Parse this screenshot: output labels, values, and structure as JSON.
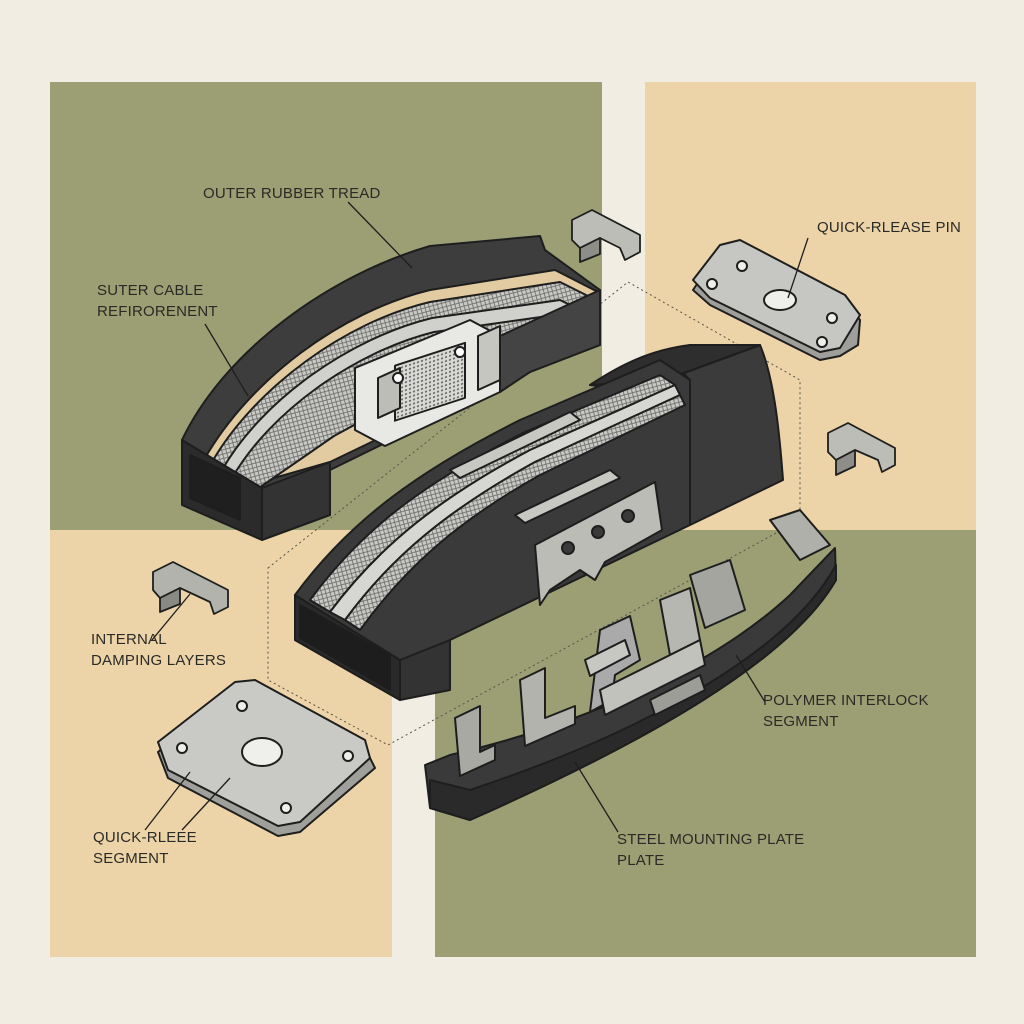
{
  "colors": {
    "background": "#f1ede2",
    "panel_olive": "#9c9e74",
    "panel_tan": "#ecd4a8",
    "rubber_dark": "#3a3a3a",
    "steel_grey": "#b9b9b9",
    "cable_mesh": "#cfcfcf"
  },
  "labels": {
    "outer_rubber_tread": "OUTER RUBBER TREAD",
    "suter_cable_line1": "SUTER CABLE",
    "suter_cable_line2": "REFIRORENENT",
    "quick_release_pin": "QUICK-RLEASE PIN",
    "internal_damping_line1": "INTERNAL",
    "internal_damping_line2": "DAMPING LAYERS",
    "polymer_interlock_line1": "POLYMER INTERLOCK",
    "polymer_interlock_line2": "SEGMENT",
    "quick_rleee_line1": "QUICK-RLEEE",
    "quick_rleee_line2": "SEGMENT",
    "steel_mounting_line1": "STEEL MOUNTING PLATE",
    "steel_mounting_line2": "PLATE"
  }
}
